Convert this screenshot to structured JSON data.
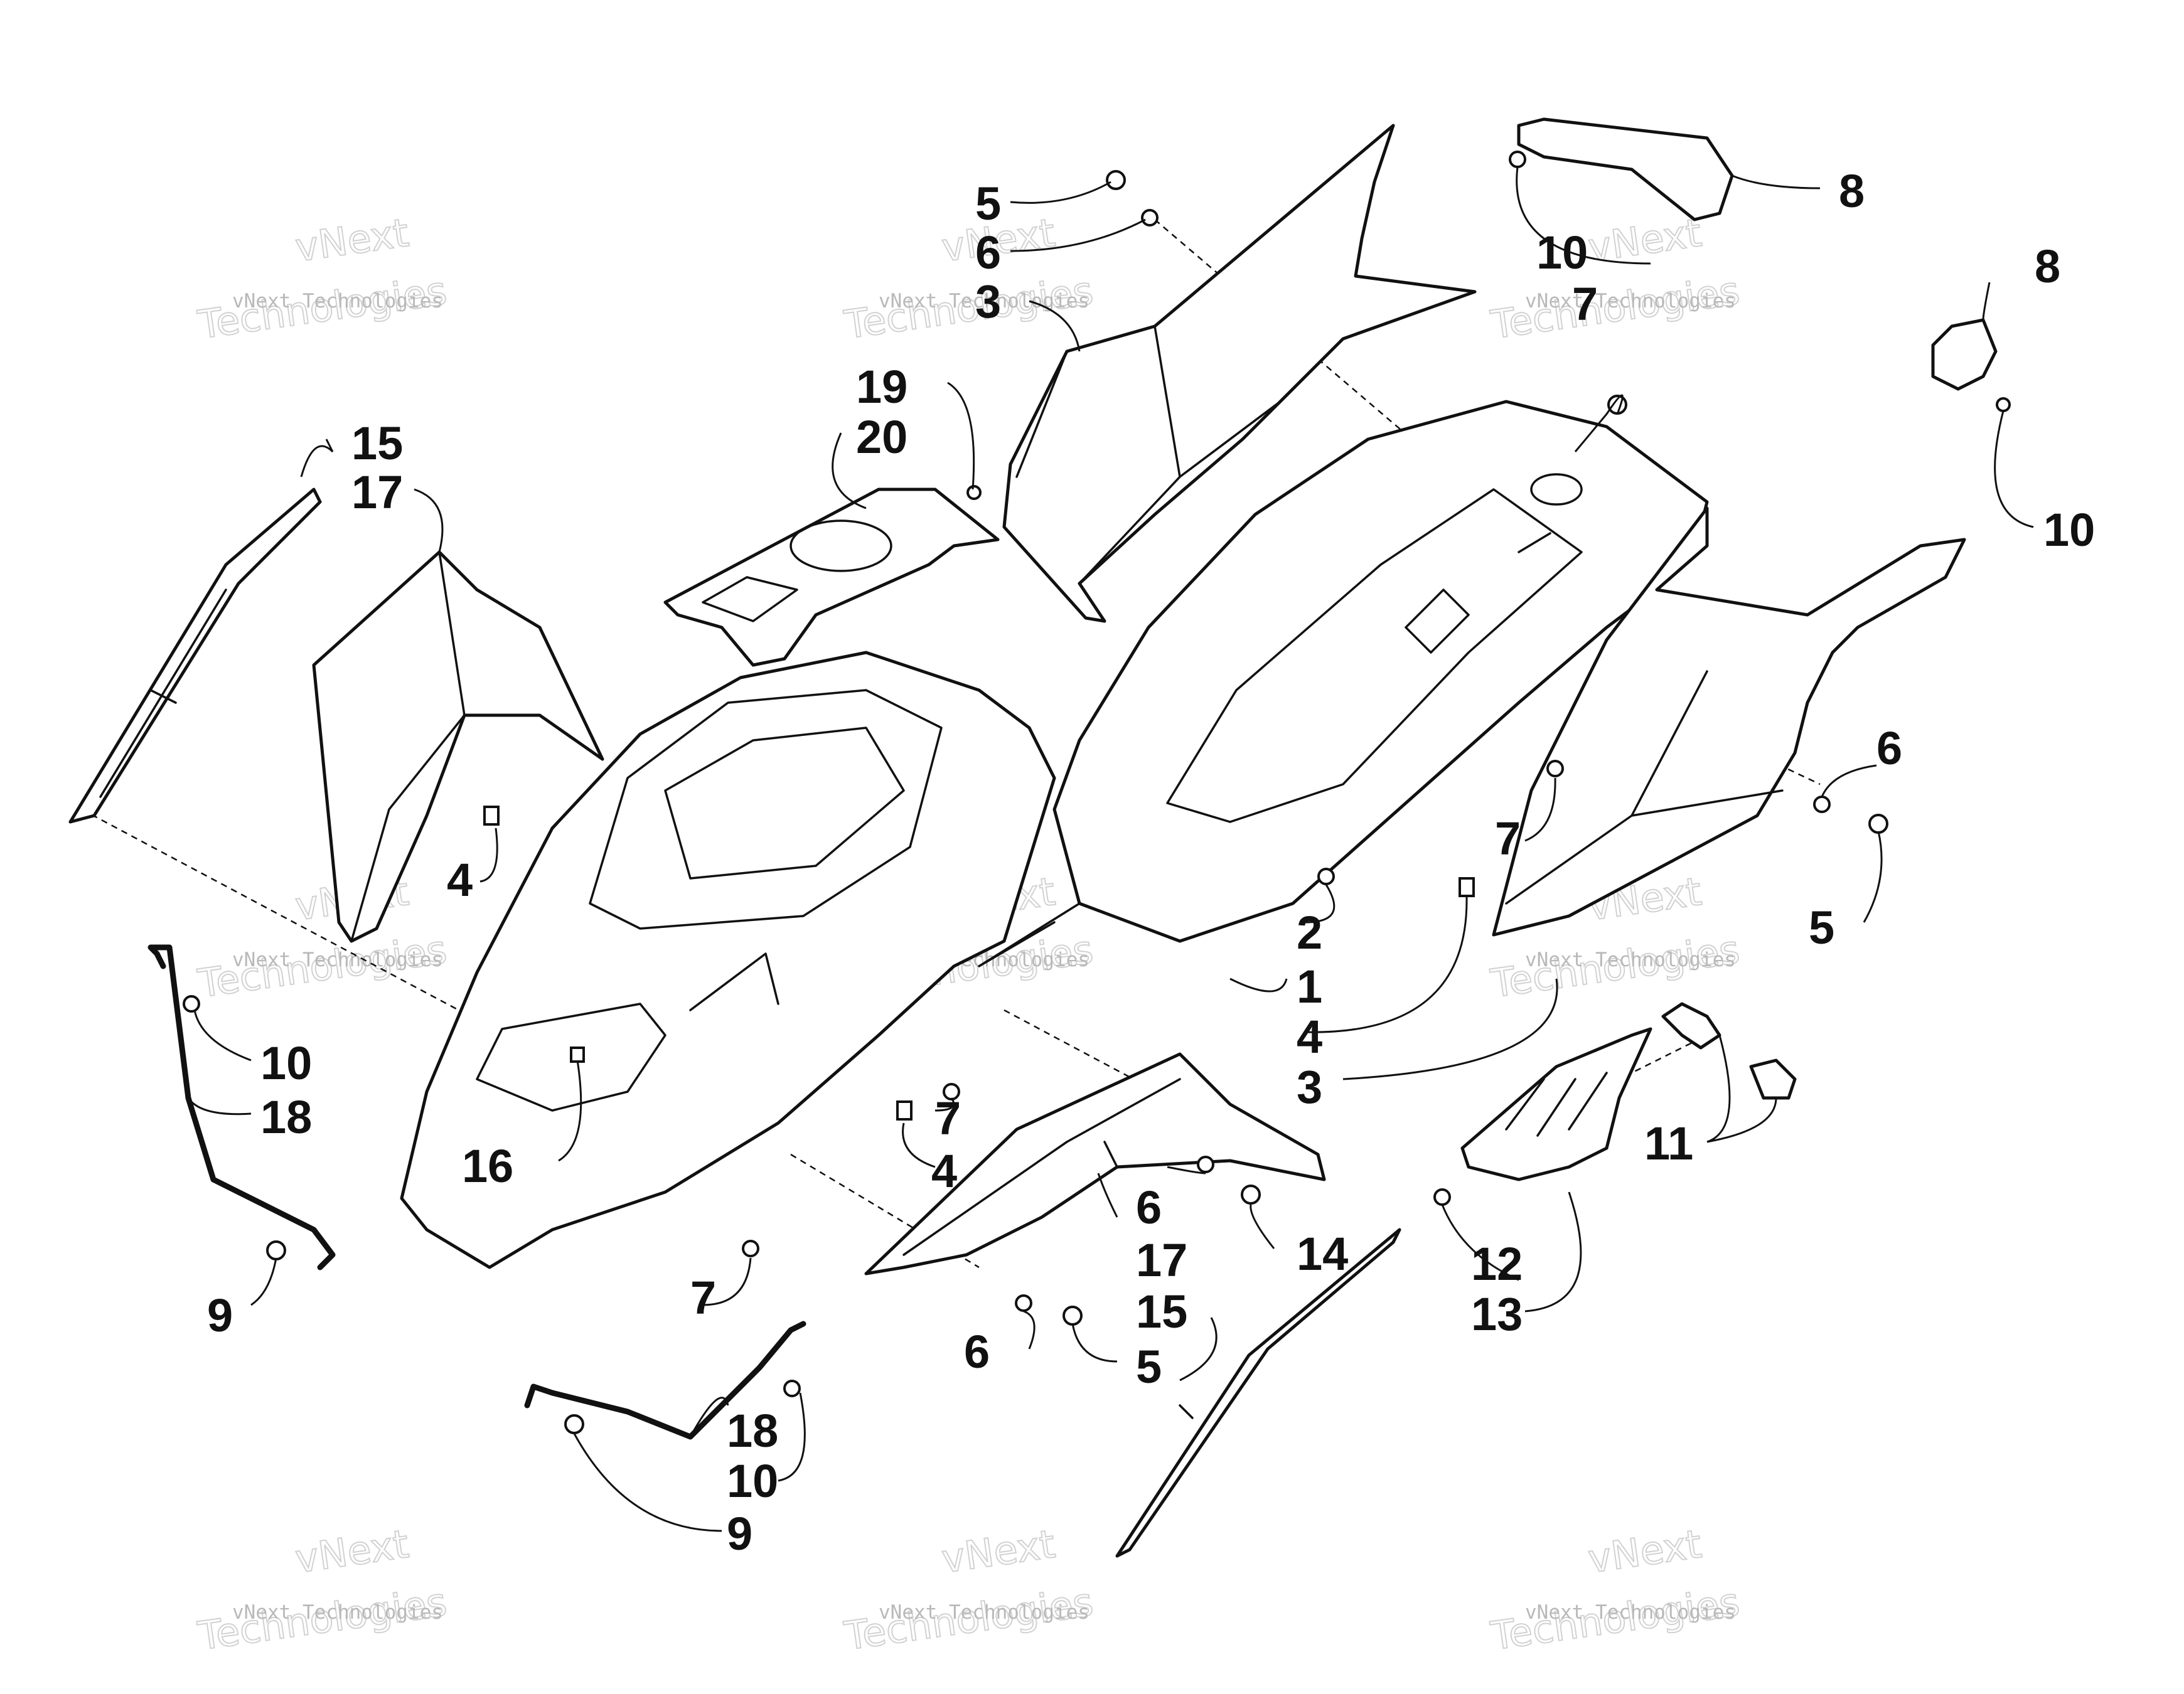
{
  "watermark": {
    "line_small": "vNext Technologies",
    "word_top": "vNext",
    "word_bottom": "Technologies"
  },
  "callouts": {
    "c1": "1",
    "c2": "2",
    "c3a": "3",
    "c3b": "3",
    "c4a": "4",
    "c4b": "4",
    "c4c": "4",
    "c5a": "5",
    "c5b": "5",
    "c5c": "5",
    "c6a": "6",
    "c6b": "6",
    "c6c": "6",
    "c6d": "6",
    "c7a": "7",
    "c7b": "7",
    "c7c": "7",
    "c7d": "7",
    "c8a": "8",
    "c8b": "8",
    "c9a": "9",
    "c9b": "9",
    "c10a": "10",
    "c10b": "10",
    "c10c": "10",
    "c10d": "10",
    "c11": "11",
    "c12": "12",
    "c13": "13",
    "c14": "14",
    "c15a": "15",
    "c15b": "15",
    "c16": "16",
    "c17a": "17",
    "c17b": "17",
    "c18a": "18",
    "c18b": "18",
    "c19": "19",
    "c20": "20"
  }
}
